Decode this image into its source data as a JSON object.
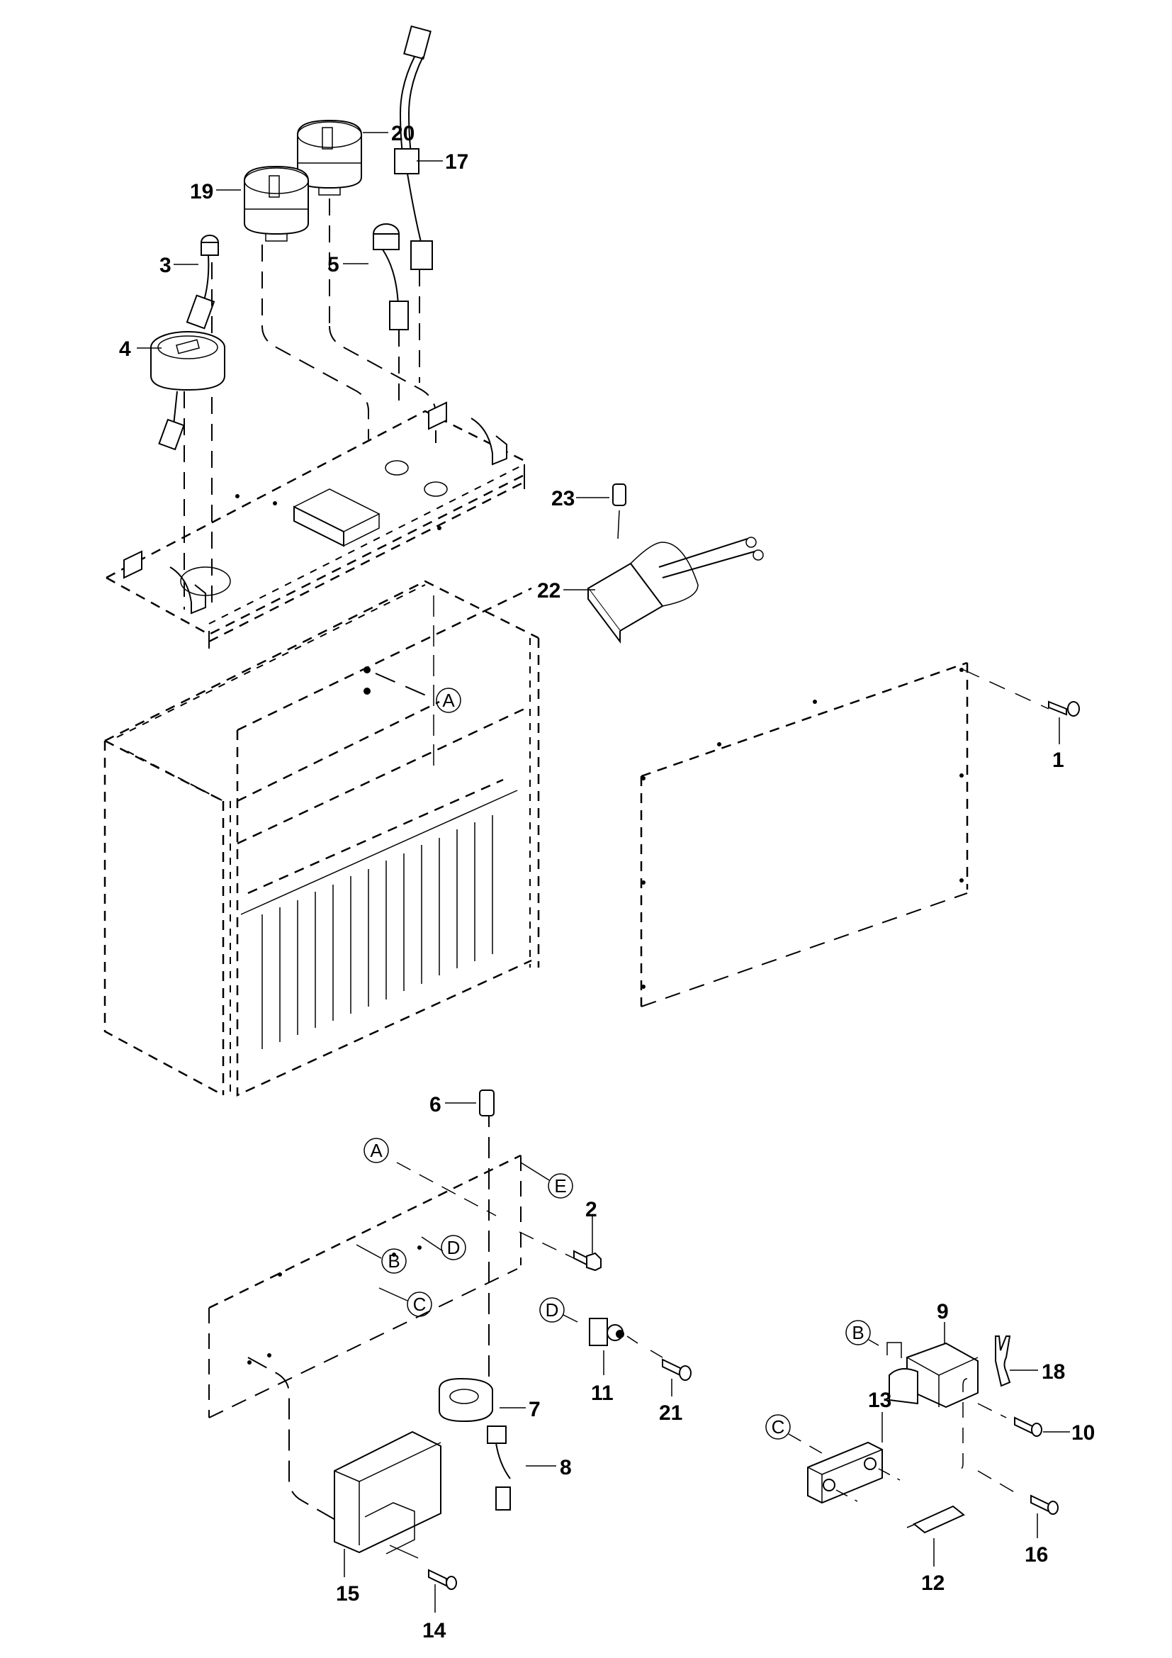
{
  "diagram": {
    "type": "exploded-parts-diagram",
    "part_callouts": [
      "1",
      "2",
      "3",
      "4",
      "5",
      "6",
      "7",
      "8",
      "9",
      "10",
      "11",
      "12",
      "13",
      "14",
      "15",
      "16",
      "17",
      "18",
      "19",
      "20",
      "21",
      "22",
      "23"
    ],
    "reference_markers": [
      "A",
      "A",
      "B",
      "B",
      "C",
      "C",
      "D",
      "D",
      "E"
    ]
  }
}
